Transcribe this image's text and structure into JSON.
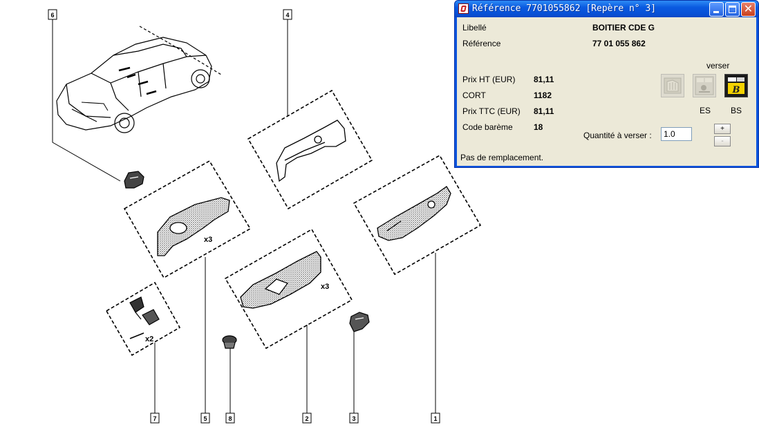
{
  "window": {
    "title": "Référence 7701055862 [Repère n° 3]",
    "buttons": {
      "minimize": "minimize-icon",
      "maximize": "maximize-icon",
      "close": "close-icon"
    }
  },
  "details": {
    "libelle_label": "Libellé",
    "libelle_value": "BOITIER CDE G",
    "reference_label": "Référence",
    "reference_value": "77 01 055 862",
    "prix_ht_label": "Prix HT (EUR)",
    "prix_ht_value": "81,11",
    "cort_label": "CORT",
    "cort_value": "1182",
    "prix_ttc_label": "Prix TTC (EUR)",
    "prix_ttc_value": "81,11",
    "code_bareme_label": "Code barème",
    "code_bareme_value": "18",
    "remark": "Pas de remplacement."
  },
  "verser": {
    "heading": "verser",
    "es_label": "ES",
    "bs_label": "BS",
    "quantity_label": "Quantité à verser :",
    "quantity_value": "1.0",
    "plus": "+",
    "minus": "-"
  },
  "diagram": {
    "callouts": [
      "1",
      "2",
      "3",
      "4",
      "5",
      "6",
      "7",
      "8"
    ],
    "quantities": [
      "x3",
      "x3",
      "x2"
    ]
  },
  "colors": {
    "titlebar": "#0a54dd",
    "panel": "#ece9d8",
    "accent": "#0a54dd"
  }
}
